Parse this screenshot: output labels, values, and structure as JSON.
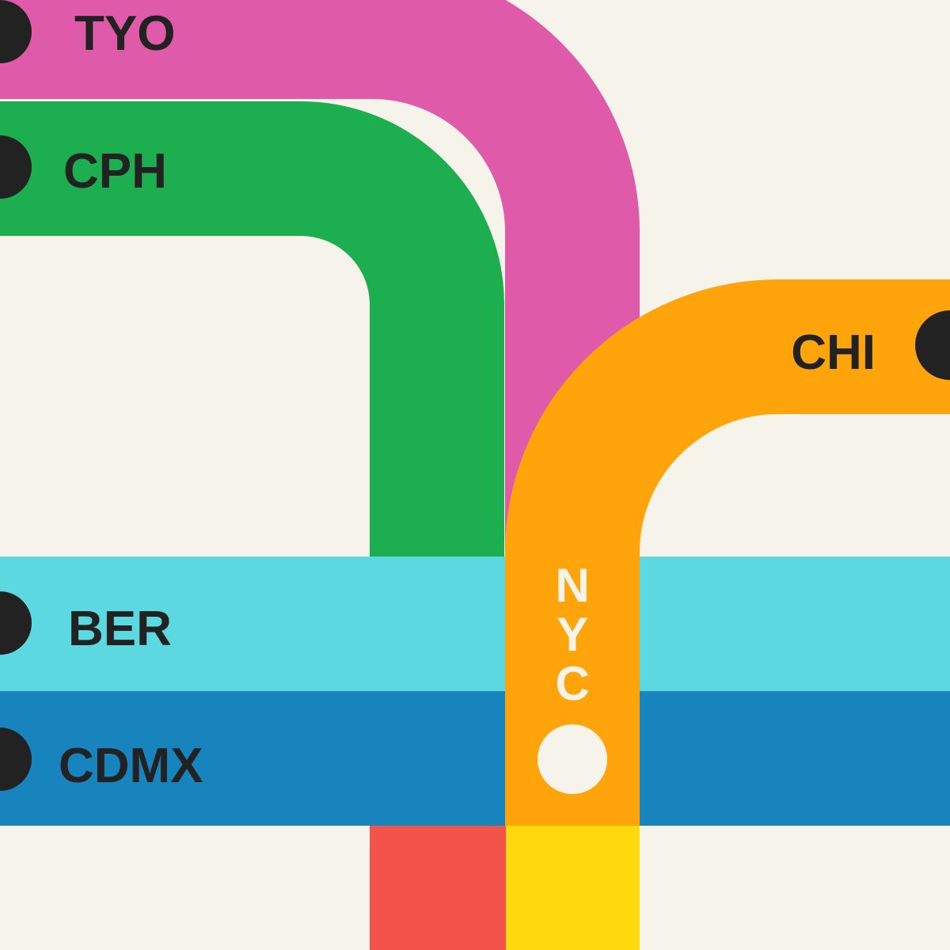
{
  "background_color": "#f6f4ea",
  "station_dot_color": "#222222",
  "lines": [
    {
      "id": "tyo",
      "label": "TYO",
      "color": "#e05aaa"
    },
    {
      "id": "cph",
      "label": "CPH",
      "color": "#1cae4f"
    },
    {
      "id": "chi",
      "label": "CHI",
      "color": "#ffa40a"
    },
    {
      "id": "ber",
      "label": "BER",
      "color": "#5bd8e0"
    },
    {
      "id": "cdmx",
      "label": "CDMX",
      "color": "#1784bd"
    },
    {
      "id": "red",
      "label": "",
      "color": "#f4534b"
    },
    {
      "id": "yellow",
      "label": "",
      "color": "#ffd90d"
    }
  ],
  "hub": {
    "letters": [
      "N",
      "Y",
      "C"
    ],
    "text_color": "#f6f4ea",
    "station_color": "#f6f4ea"
  }
}
